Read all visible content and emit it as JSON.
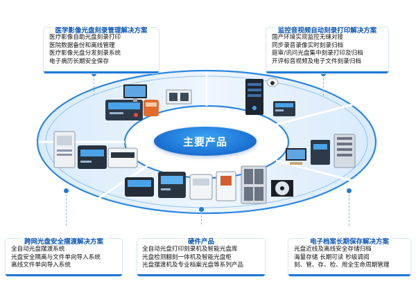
{
  "center": {
    "label": "主要产品"
  },
  "boxes": {
    "medical": {
      "title": "医学影像光盘刻录管理解决方案",
      "items": [
        "医疗影像自助光盘刻录打印",
        "医院数据备份和离线管理",
        "医疗影像光盘分发刻录系统",
        "电子病历长期安全保存"
      ]
    },
    "surveillance": {
      "title": "监控音视频自动刻录打印解决方案",
      "items": [
        "国产环境实现监控无缝对接",
        "同步录音录像实时刻录归档",
        "庭审/讯问光盘集中刻录打印及归档",
        "开评标音视频及电子文件刻录归档"
      ]
    },
    "crossnet": {
      "title": "跨网光盘安全摆渡解决方案",
      "items": [
        "全自动光盘摆渡系统",
        "光盘安全隔离与文件单向导入系统",
        "离线文件单向导入系统"
      ]
    },
    "hardware": {
      "title": "硬件产品",
      "items": [
        "全自动光盘打印刻录机及智能光盘库",
        "光盘检测翻刻一体机及智能光盘柜",
        "光盘摆渡机及专业档案光盘等系列产品"
      ]
    },
    "archive": {
      "title": "电子档案长期保存解决方案",
      "items": [
        "光盘近线及离线安全存储归档",
        "海量存储 长期可读 秒级调阅",
        "刻、管、存、检、用全生命周期管理"
      ]
    }
  },
  "icons": [
    "pc-workstation-icon",
    "disc-publisher-icon",
    "server-rack-icon",
    "cctv-camera-icon",
    "disc-library-icon",
    "optical-cabinet-icon",
    "blu-ray-disc-icon",
    "ferry-machine-icon",
    "disc-printer-icon",
    "archive-workstation-icon"
  ],
  "colors": {
    "accent": "#1f7ad6",
    "title": "#0b56b3",
    "ring": "#2a86e0"
  }
}
